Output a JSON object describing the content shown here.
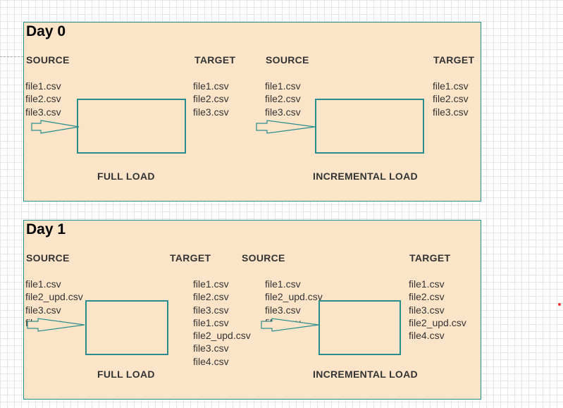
{
  "panels": [
    {
      "title": "Day 0",
      "full": {
        "source_header": "SOURCE",
        "target_header": "TARGET",
        "source_files": [
          "file1.csv",
          "file2.csv",
          "file3.csv"
        ],
        "target_files": [
          "file1.csv",
          "file2.csv",
          "file3.csv"
        ],
        "label": "FULL LOAD"
      },
      "incremental": {
        "source_header": "SOURCE",
        "target_header": "TARGET",
        "source_files": [
          "file1.csv",
          "file2.csv",
          "file3.csv"
        ],
        "target_files": [
          "file1.csv",
          "file2.csv",
          "file3.csv"
        ],
        "label": "INCREMENTAL LOAD"
      }
    },
    {
      "title": "Day 1",
      "full": {
        "source_header": "SOURCE",
        "target_header": "TARGET",
        "source_files": [
          "file1.csv",
          "file2_upd.csv",
          "file3.csv",
          "file4.csv"
        ],
        "target_files": [
          "file1.csv",
          "file2.csv",
          "file3.csv",
          "file1.csv",
          "file2_upd.csv",
          "file3.csv",
          "file4.csv"
        ],
        "label": "FULL LOAD"
      },
      "incremental": {
        "source_header": "SOURCE",
        "target_header": "TARGET",
        "source_files": [
          "file1.csv",
          "file2_upd.csv",
          "file3.csv",
          "file4.csv"
        ],
        "target_files": [
          "file1.csv",
          "file2.csv",
          "file3.csv",
          "file2_upd.csv",
          "file4.csv"
        ],
        "label": "INCREMENTAL LOAD"
      }
    }
  ],
  "colors": {
    "panel_fill": "#fce4c8",
    "border": "#2a8d8d",
    "text": "#333333"
  }
}
